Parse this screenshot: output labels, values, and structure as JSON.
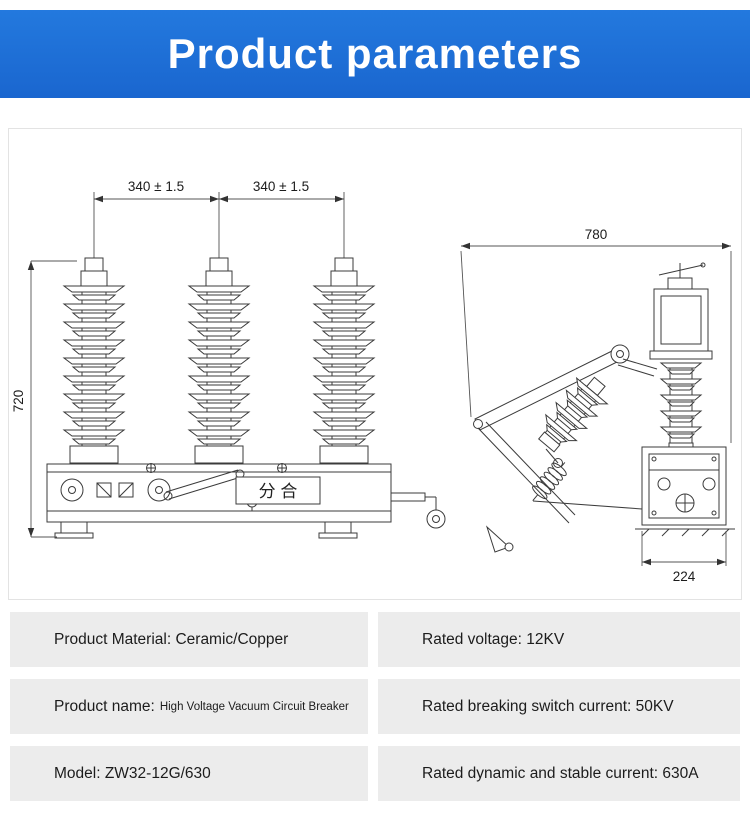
{
  "banner": {
    "title": "Product parameters",
    "accent_color": "#1b6ed6"
  },
  "drawing": {
    "dim_top_left": "340 ± 1.5",
    "dim_top_right": "340 ± 1.5",
    "dim_height": "720",
    "dim_side_width": "780",
    "dim_side_depth": "224",
    "label_open_close": "分 合"
  },
  "table": {
    "rows": [
      {
        "left": "Product Material: Ceramic/Copper",
        "right": "Rated voltage: 12KV"
      },
      {
        "left_main": "Product name:",
        "left_sub": "High Voltage Vacuum Circuit Breaker",
        "right": "Rated breaking switch current: 50KV"
      },
      {
        "left": "Model: ZW32-12G/630",
        "right": "Rated dynamic and stable current: 630A"
      }
    ]
  }
}
